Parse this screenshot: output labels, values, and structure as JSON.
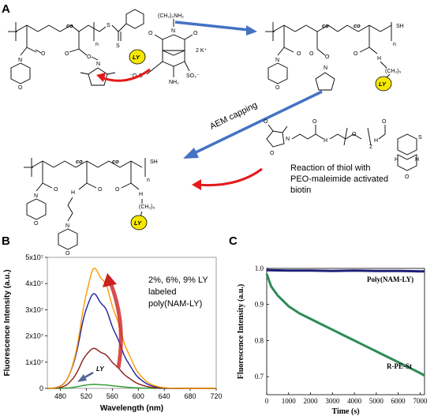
{
  "panels": {
    "a": "A",
    "b": "B",
    "c": "C"
  },
  "scheme": {
    "co_label": "co",
    "n_label": "n",
    "s_label": "S",
    "sh_label": "SH",
    "n_atom": "N",
    "o_atom": "O",
    "h_atom": "H",
    "chain_top": "(CH₂)₂NH₂",
    "chain_short": "(CH₂)₅",
    "k_plus": "2 K⁺",
    "so3_left": "⁻O₃S",
    "so3_right": "SO₃⁻",
    "nh2": "NH₂",
    "peo_sub": "2",
    "ly_badge": "LY",
    "aem_capping": "AEM capping",
    "reaction_line1": "Reaction of thiol with",
    "reaction_line2": "PEO-maleimide activated",
    "reaction_line3": "biotin",
    "colors": {
      "blue_arrow": "#4472c4",
      "red_arrow": "#e31a1c",
      "ly_fill": "#f5e800"
    }
  },
  "chart_b": {
    "type": "line",
    "xlabel": "Wavelength (nm)",
    "ylabel": "Fluorescence Intensity (a.u.)",
    "xlim": [
      460,
      720
    ],
    "ylim": [
      0,
      50000000
    ],
    "xticks": [
      "480",
      "520",
      "560",
      "600",
      "640",
      "680",
      "720"
    ],
    "yticks": [
      "0",
      "1x10⁷",
      "2x10⁷",
      "3x10⁷",
      "4x10⁷",
      "5x10⁷"
    ],
    "annotation_lines": [
      "2%, 6%, 9% LY",
      "labeled",
      "poly(NAM-LY)"
    ],
    "ly_label": "LY",
    "series": [
      {
        "color": "#2a9a2a",
        "peak_x": 530,
        "peak": 1500000
      },
      {
        "color": "#8b1a1a",
        "peak_x": 530,
        "peak": 15000000
      },
      {
        "color": "#1f1fa0",
        "peak_x": 530,
        "peak": 35500000
      },
      {
        "color": "#ff9900",
        "peak_x": 532,
        "peak": 45000000
      }
    ]
  },
  "chart_c": {
    "type": "line",
    "xlabel": "Time (s)",
    "ylabel": "Fluorescence Intensity (a.u.)",
    "xlim": [
      0,
      7200
    ],
    "ylim": [
      0.65,
      1.0
    ],
    "xticks": [
      "0",
      "1000",
      "2000",
      "3000",
      "4000",
      "5000",
      "6000",
      "7000"
    ],
    "yticks": [
      "0.7",
      "0.8",
      "0.9",
      "1.0"
    ],
    "series": [
      {
        "name": "Poly(NAM-LY)",
        "color": "#1f1f7a",
        "x": [
          0,
          1000,
          2000,
          3000,
          4000,
          5000,
          6000,
          7000,
          7200
        ],
        "y": [
          0.995,
          0.994,
          0.994,
          0.993,
          0.994,
          0.993,
          0.993,
          0.992,
          0.992
        ]
      },
      {
        "name": "R-PE-St",
        "color": "#2e8b57",
        "x": [
          0,
          200,
          500,
          1000,
          1500,
          2000,
          2500,
          3000,
          3500,
          4000,
          4500,
          5000,
          5500,
          6000,
          6500,
          7000,
          7200
        ],
        "y": [
          0.985,
          0.95,
          0.925,
          0.895,
          0.875,
          0.86,
          0.845,
          0.83,
          0.815,
          0.8,
          0.785,
          0.77,
          0.755,
          0.74,
          0.725,
          0.71,
          0.703
        ]
      }
    ]
  }
}
